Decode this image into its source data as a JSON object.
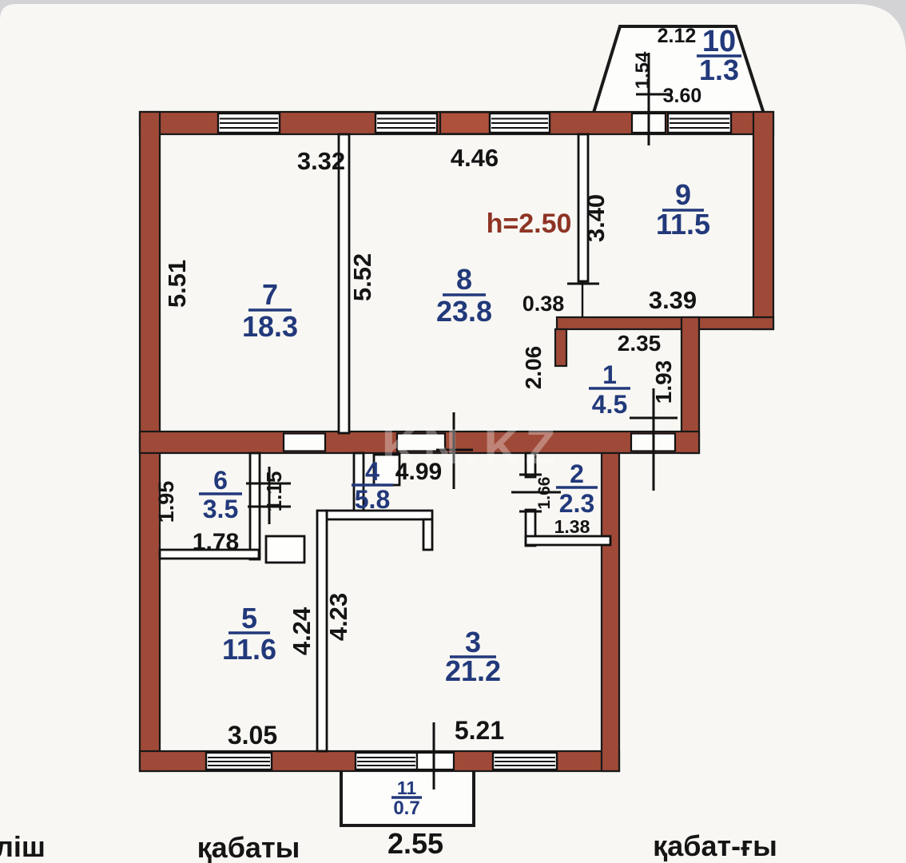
{
  "watermark": "KN.KZ",
  "height_note": "h=2.50",
  "captions": {
    "left": "ліш",
    "center": "қабаты",
    "right": "қабат-ғы"
  },
  "rooms": {
    "r1": {
      "number": "1",
      "area": "4.5"
    },
    "r2": {
      "number": "2",
      "area": "2.3"
    },
    "r3": {
      "number": "3",
      "area": "21.2"
    },
    "r4": {
      "number": "4",
      "area": "5.8"
    },
    "r5": {
      "number": "5",
      "area": "11.6"
    },
    "r6": {
      "number": "6",
      "area": "3.5"
    },
    "r7": {
      "number": "7",
      "area": "18.3"
    },
    "r8": {
      "number": "8",
      "area": "23.8"
    },
    "r9": {
      "number": "9",
      "area": "11.5"
    },
    "r10": {
      "number": "10",
      "area": "1.3"
    },
    "r11": {
      "number": "11",
      "area": "0.7"
    }
  },
  "dims": {
    "balc10_width": "2.12",
    "balc10_depth": "1.54",
    "balc10_wall": "3.60",
    "room7_w": "3.32",
    "room8_w": "4.46",
    "room7_h": "5.51",
    "room8_h": "5.52",
    "room9_h": "3.40",
    "room9_w": "3.39",
    "door_offset": "0.38",
    "hall_h": "2.06",
    "hall_w": "2.35",
    "hall_r": "1.93",
    "room6_h": "1.95",
    "room6_w": "1.78",
    "vestibule_w": "1.15",
    "corridor_w": "4.99",
    "room2_h": "1.66",
    "room2_w": "1.38",
    "room5_h": "4.24",
    "room3_h": "4.23",
    "room5_w": "3.05",
    "room3_w": "5.21",
    "balc11_w": "2.55"
  },
  "colors": {
    "wall_brown": "#9F4A38",
    "pier_red": "#AE513C",
    "room_label_blue": "#22397B",
    "dimension_black": "#141414",
    "height_red": "#8E3425",
    "paper": "#F8F7F3",
    "top_gray": "#D3D3D5"
  }
}
